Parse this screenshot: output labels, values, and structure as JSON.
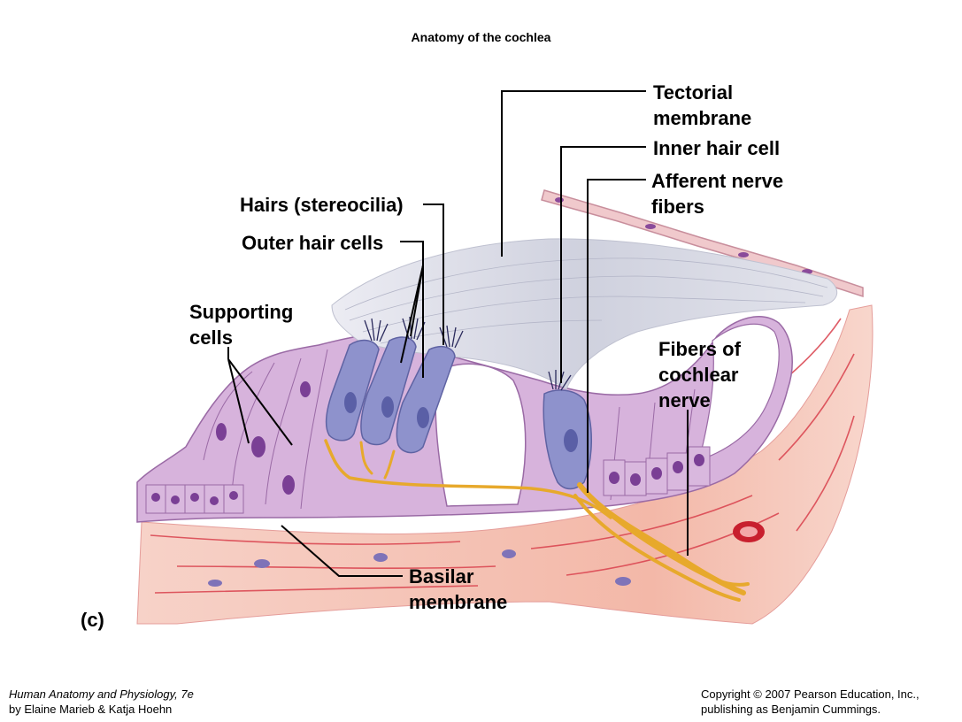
{
  "title": "Anatomy of the cochlea",
  "labels": {
    "tectorial_membrane": [
      "Tectorial",
      "membrane"
    ],
    "inner_hair_cell": "Inner hair cell",
    "afferent_nerve_fibers": [
      "Afferent nerve",
      "fibers"
    ],
    "hairs_stereocilia": "Hairs (stereocilia)",
    "outer_hair_cells": "Outer hair cells",
    "supporting_cells": [
      "Supporting",
      "cells"
    ],
    "fibers_of_cochlear_nerve": [
      "Fibers of",
      "cochlear",
      "nerve"
    ],
    "basilar_membrane": [
      "Basilar",
      "membrane"
    ],
    "panel_letter": "(c)"
  },
  "footer": {
    "book_title": "Human Anatomy and Physiology, 7e",
    "authors": "by Elaine Marieb & Katja Hoehn",
    "copyright": "Copyright © 2007 Pearson Education, Inc.,",
    "publisher": "publishing as Benjamin Cummings."
  },
  "colors": {
    "cell_fill": "#d7b3dc",
    "cell_outline": "#9a6aa5",
    "nucleus": "#7a3f95",
    "hair_cell": "#8e92cc",
    "tectorial": "#d4d6e2",
    "tissue": "#f4c2b6",
    "nerve": "#e7a92c",
    "leader_line": "#000000"
  }
}
